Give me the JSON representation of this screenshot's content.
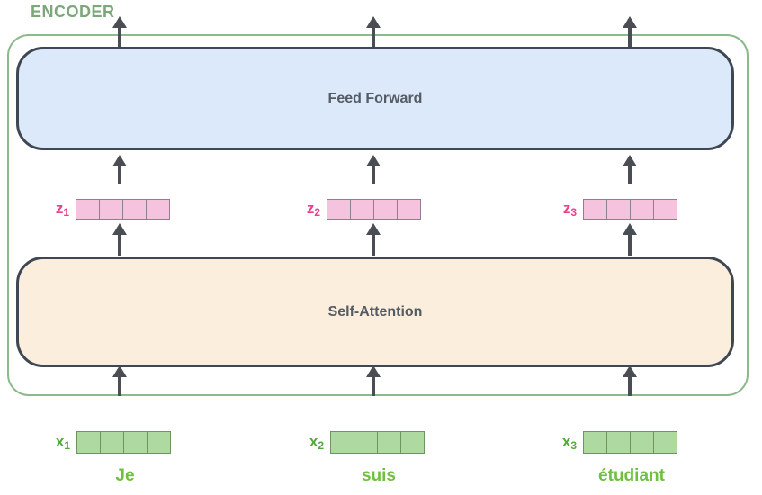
{
  "diagram": {
    "title": "ENCODER",
    "boxes": {
      "feed_forward": {
        "label": "Feed Forward"
      },
      "self_attention": {
        "label": "Self-Attention"
      }
    },
    "z_vectors": [
      {
        "base": "z",
        "sub": "1"
      },
      {
        "base": "z",
        "sub": "2"
      },
      {
        "base": "z",
        "sub": "3"
      }
    ],
    "x_vectors": [
      {
        "base": "x",
        "sub": "1"
      },
      {
        "base": "x",
        "sub": "2"
      },
      {
        "base": "x",
        "sub": "3"
      }
    ],
    "cells_per_vector": 4,
    "tokens": [
      "Je",
      "suis",
      "étudiant"
    ],
    "colors": {
      "encoder_label_green": "#7ba77a",
      "outline_green": "#8cba8c",
      "block_border": "#3f4752",
      "feed_forward_fill": "#dbe9fa",
      "self_attention_fill": "#fceedd",
      "block_text": "#555b63",
      "z_label_pink": "#ee3d8f",
      "z_cell_fill": "#f6c3de",
      "z_cell_border": "#8a8090",
      "x_label_green": "#55a83c",
      "x_cell_fill": "#aedaa2",
      "x_cell_border": "#6f945f",
      "token_green": "#70bf41",
      "arrow_gray": "#4a4e54"
    }
  }
}
